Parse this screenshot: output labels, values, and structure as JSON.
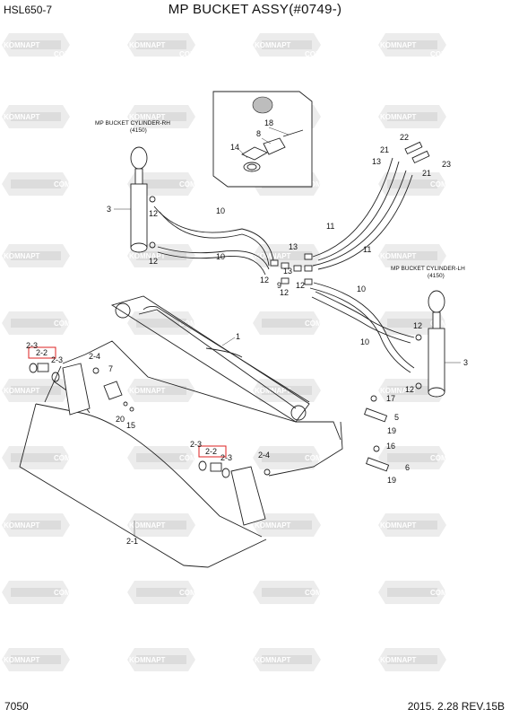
{
  "header": {
    "model": "HSL650-7",
    "title": "MP BUCKET ASSY(#0749-)"
  },
  "footer": {
    "page_number": "7050",
    "revision": "2015. 2.28 REV.15B"
  },
  "watermark": {
    "brand_a": "KOMNAPT",
    "brand_b": "COMPART"
  },
  "callouts": {
    "cylinder_rh": "MP BUCKET CYLINDER-RH",
    "cylinder_rh_code": "(4150)",
    "cylinder_lh": "MP BUCKET CYLINDER-LH",
    "cylinder_lh_code": "(4150)"
  },
  "part_labels": {
    "p1": "1",
    "p2_1": "2-1",
    "p2_2a": "2-2",
    "p2_2b": "2-2",
    "p2_3a": "2-3",
    "p2_3b": "2-3",
    "p2_3c": "2-3",
    "p2_3d": "2-3",
    "p2_4a": "2-4",
    "p2_4b": "2-4",
    "p3a": "3",
    "p3b": "3",
    "p5": "5",
    "p6": "6",
    "p7": "7",
    "p8": "8",
    "p9": "9",
    "p10a": "10",
    "p10b": "10",
    "p10c": "10",
    "p10d": "10",
    "p11a": "11",
    "p11b": "11",
    "p12a": "12",
    "p12b": "12",
    "p12c": "12",
    "p12d": "12",
    "p12e": "12",
    "p12f": "12",
    "p12g": "12",
    "p13a": "13",
    "p13b": "13",
    "p13c": "13",
    "p14": "14",
    "p15": "15",
    "p16": "16",
    "p17": "17",
    "p18": "18",
    "p19a": "19",
    "p19b": "19",
    "p20": "20",
    "p21a": "21",
    "p21b": "21",
    "p22": "22",
    "p23": "23"
  }
}
